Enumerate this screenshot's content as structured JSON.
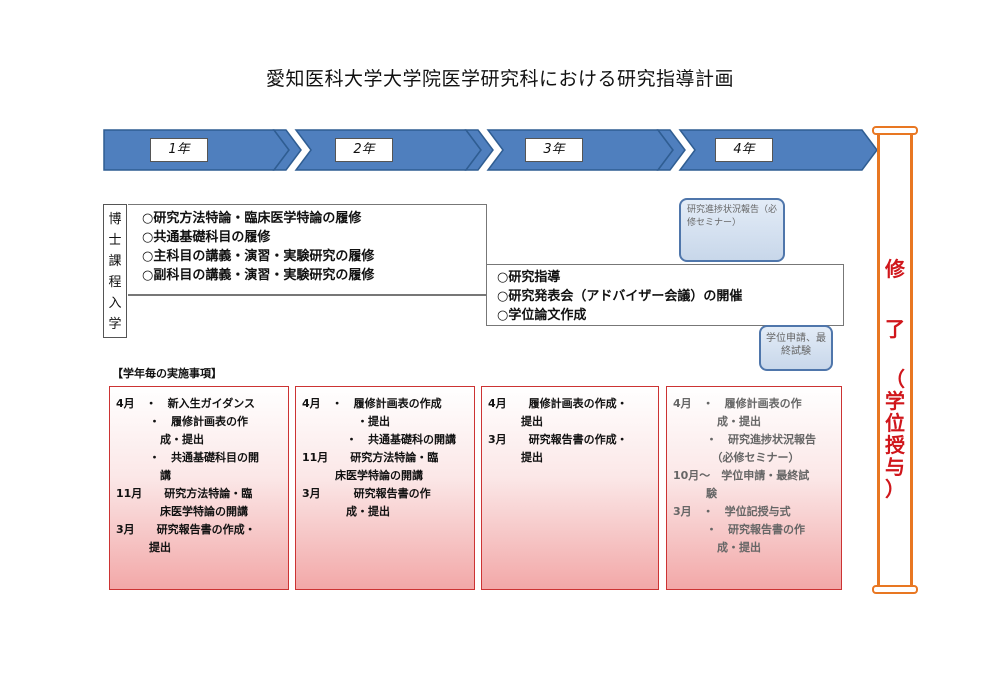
{
  "title": "愛知医科大学大学院医学研究科における研究指導計画",
  "years": [
    "1年",
    "2年",
    "3年",
    "4年"
  ],
  "colors": {
    "arrow_fill": "#4f7fbe",
    "arrow_stroke": "#2f5d92",
    "completion_border": "#e87722",
    "completion_text": "#d0161b",
    "pink_border": "#cc3333"
  },
  "enrollment": [
    "博",
    "士",
    "課",
    "程",
    "入",
    "学"
  ],
  "phase1": [
    "○研究方法特論・臨床医学特論の履修",
    "○共通基礎科目の履修",
    "○主科目の講義・演習・実験研究の履修",
    "○副科目の講義・演習・実験研究の履修"
  ],
  "phase2": [
    "○研究指導",
    "○研究発表会（アドバイザー会議）の開催",
    "○学位論文作成"
  ],
  "notes": {
    "progress_report": "研究進捗状況報告（必修セミナー）",
    "degree_application": "学位申請、最終試験"
  },
  "section_label": "【学年毎の実施事項】",
  "yearly": [
    [
      "4月　・　新入生ガイダンス",
      "　　　・　履修計画表の作",
      "　　　　成・提出",
      "　　　・　共通基礎科目の開",
      "　　　　講",
      "11月　　研究方法特論・臨",
      "　　　　床医学特論の開講",
      "3月　　研究報告書の作成・",
      "　　　提出"
    ],
    [
      "4月　・　履修計画表の作成",
      "　　　　　・提出",
      "　　　　・　共通基礎科の開講",
      "11月　　研究方法特論・臨",
      "　　　床医学特論の開講",
      "3月　　　研究報告書の作",
      "　　　　成・提出"
    ],
    [
      "4月　　履修計画表の作成・",
      "　　　提出",
      "3月　　研究報告書の作成・",
      "　　　提出"
    ],
    [
      "4月　・　履修計画表の作",
      "　　　　成・提出",
      "　　　・　研究進捗状況報告",
      "　　　　（必修セミナー）",
      "10月～　学位申請・最終試",
      "　　　験",
      "3月　・　学位記授与式",
      "　　　・　研究報告書の作",
      "　　　　成・提出"
    ]
  ],
  "completion": {
    "main": [
      "修",
      "了"
    ],
    "sub": [
      "（",
      "学",
      "位",
      "授",
      "与",
      "）"
    ]
  }
}
